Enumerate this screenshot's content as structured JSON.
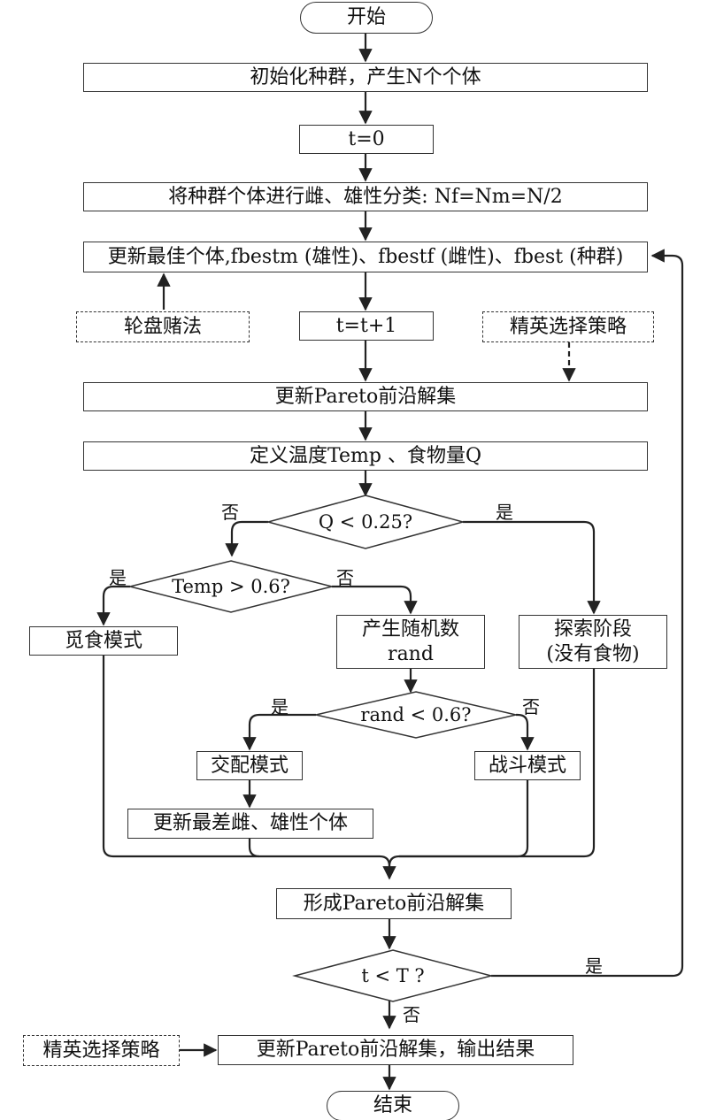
{
  "nodes": {
    "start": "开始",
    "init": "初始化种群，产生N个个体",
    "t0": "t=0",
    "classify": "将种群个体进行雌、雄性分类: Nf=Nm=N/2",
    "update_best": "更新最佳个体,fbestm (雄性)、fbestf (雌性)、fbest (种群)",
    "roulette": "轮盘赌法",
    "t_inc": "t=t+1",
    "elite_top": "精英选择策略",
    "update_pareto": "更新Pareto前沿解集",
    "define_temp": "定义温度Temp 、食物量Q",
    "q_decision": "Q < 0.25?",
    "temp_decision": "Temp > 0.6?",
    "foraging": "觅食模式",
    "rand_gen_1": "产生随机数",
    "rand_gen_2": "rand",
    "explore_1": "探索阶段",
    "explore_2": "(没有食物)",
    "rand_decision": "rand < 0.6?",
    "mating": "交配模式",
    "fight": "战斗模式",
    "update_worst": "更新最差雌、雄性个体",
    "form_pareto": "形成Pareto前沿解集",
    "t_decision": "t < T ?",
    "elite_bottom": "精英选择策略",
    "final_update": "更新Pareto前沿解集，输出结果",
    "end": "结束"
  },
  "edge_labels": {
    "q_no": "否",
    "q_yes": "是",
    "temp_yes": "是",
    "temp_no": "否",
    "rand_yes": "是",
    "rand_no": "否",
    "t_yes": "是",
    "t_no": "否"
  }
}
